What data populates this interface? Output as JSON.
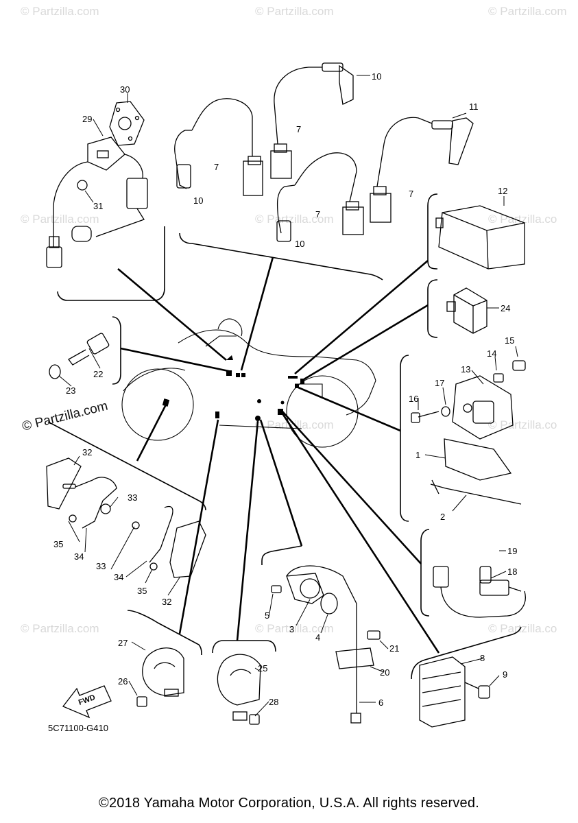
{
  "watermark": {
    "text": "© Partzilla.com",
    "short": "© Partzilla.co"
  },
  "watermark_banner": "© Partzilla.com",
  "callouts": {
    "c1": "1",
    "c2": "2",
    "c3": "3",
    "c4": "4",
    "c5": "5",
    "c6": "6",
    "c7": "7",
    "c8": "8",
    "c9": "9",
    "c10": "10",
    "c11": "11",
    "c12": "12",
    "c13": "13",
    "c14": "14",
    "c15": "15",
    "c16": "16",
    "c17": "17",
    "c18": "18",
    "c19": "19",
    "c20": "20",
    "c21": "21",
    "c22": "22",
    "c23": "23",
    "c24": "24",
    "c25": "25",
    "c26": "26",
    "c27": "27",
    "c28": "28",
    "c29": "29",
    "c30": "30",
    "c31": "31",
    "c32": "32",
    "c33": "33",
    "c34": "34",
    "c35": "35"
  },
  "fwd_label": "FWD",
  "diagram_code": "5C71100-G410",
  "copyright": "©2018 Yamaha Motor Corporation, U.S.A. All rights reserved."
}
